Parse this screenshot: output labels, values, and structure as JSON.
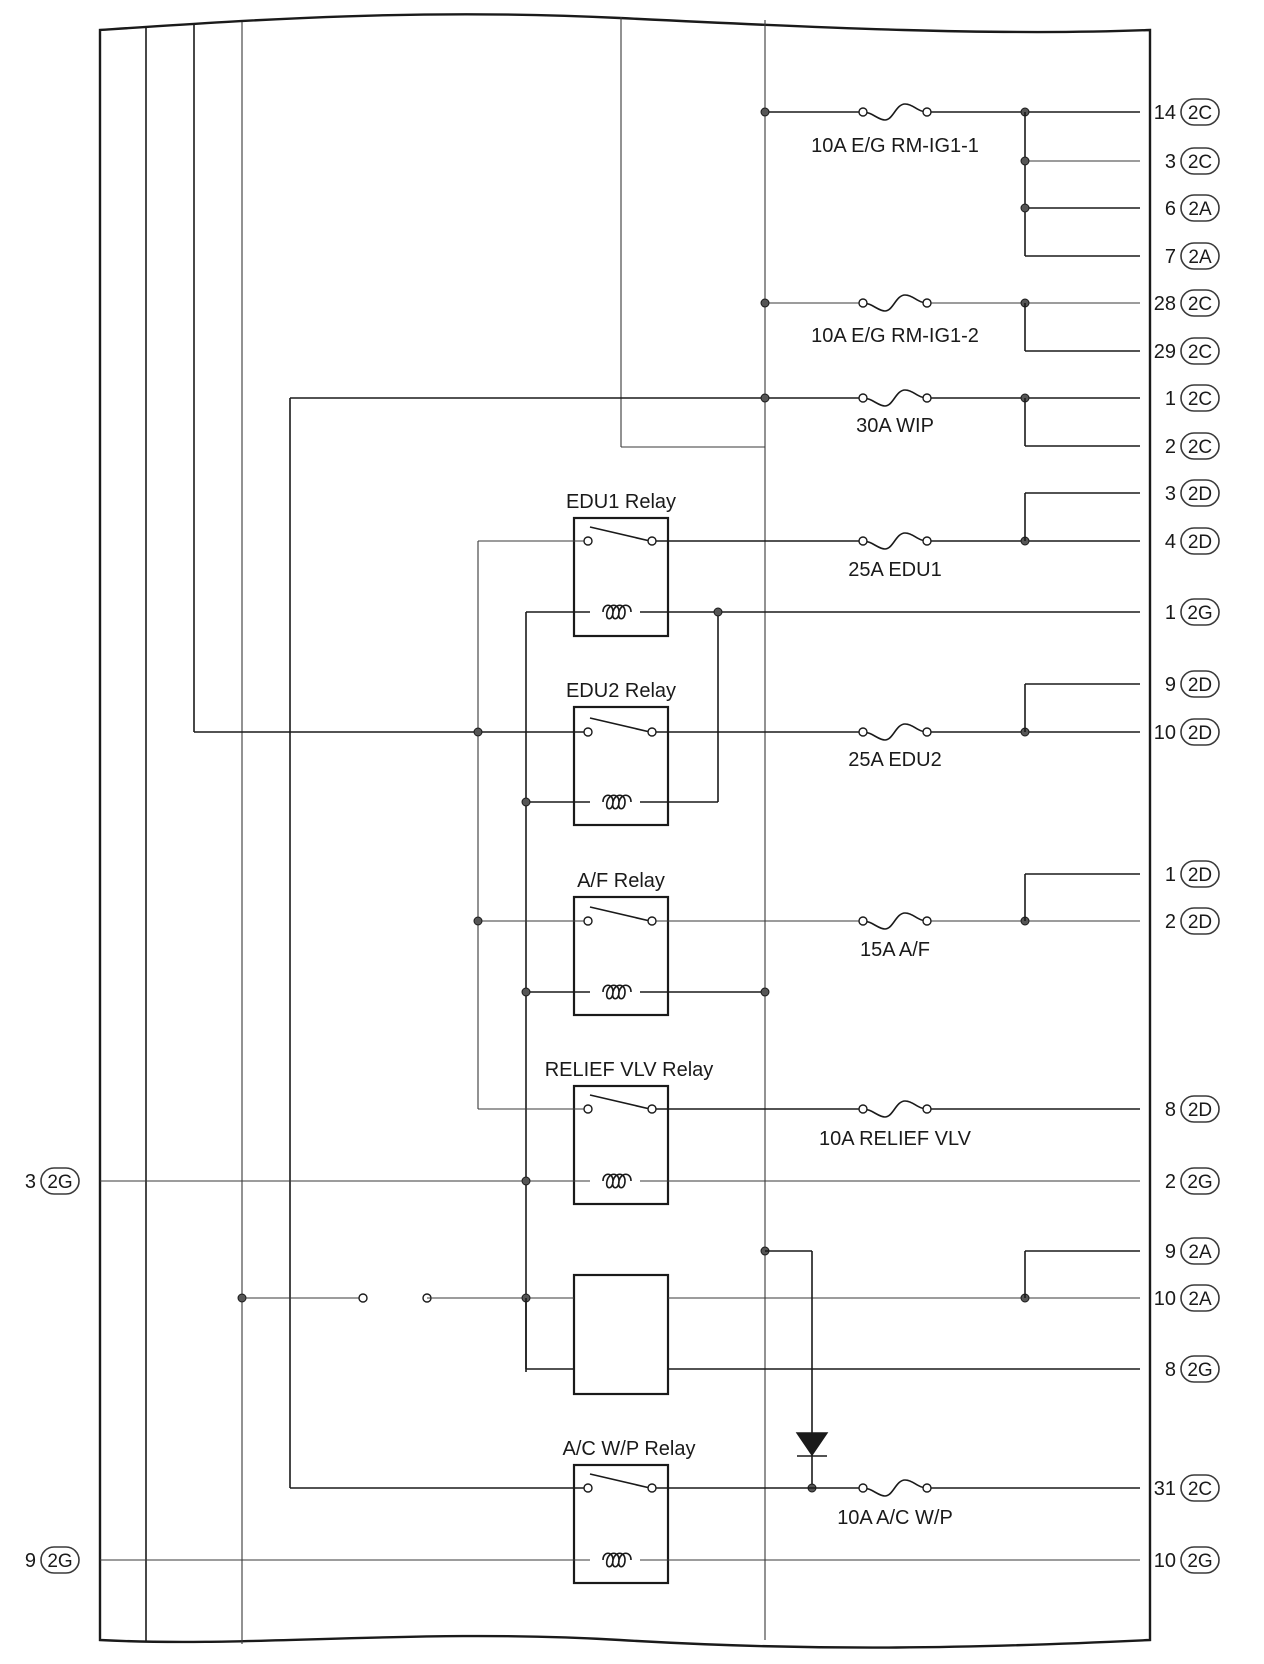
{
  "diagram": {
    "fuses": [
      {
        "id": "f1",
        "label": "10A E/G RM-IG1-1"
      },
      {
        "id": "f2",
        "label": "10A E/G RM-IG1-2"
      },
      {
        "id": "f3",
        "label": "30A WIP"
      },
      {
        "id": "f4",
        "label": "25A EDU1"
      },
      {
        "id": "f5",
        "label": "25A EDU2"
      },
      {
        "id": "f6",
        "label": "15A A/F"
      },
      {
        "id": "f7",
        "label": "10A RELIEF VLV"
      },
      {
        "id": "f8",
        "label": "10A A/C W/P"
      }
    ],
    "relays": [
      {
        "id": "r1",
        "label": "EDU1 Relay"
      },
      {
        "id": "r2",
        "label": "EDU2 Relay"
      },
      {
        "id": "r3",
        "label": "A/F Relay"
      },
      {
        "id": "r4",
        "label": "RELIEF VLV Relay"
      },
      {
        "id": "r5",
        "label": ""
      },
      {
        "id": "r6",
        "label": "A/C W/P Relay"
      }
    ],
    "right_terminals": [
      {
        "pin": "14",
        "conn": "2C"
      },
      {
        "pin": "3",
        "conn": "2C"
      },
      {
        "pin": "6",
        "conn": "2A"
      },
      {
        "pin": "7",
        "conn": "2A"
      },
      {
        "pin": "28",
        "conn": "2C"
      },
      {
        "pin": "29",
        "conn": "2C"
      },
      {
        "pin": "1",
        "conn": "2C"
      },
      {
        "pin": "2",
        "conn": "2C"
      },
      {
        "pin": "3",
        "conn": "2D"
      },
      {
        "pin": "4",
        "conn": "2D"
      },
      {
        "pin": "1",
        "conn": "2G"
      },
      {
        "pin": "9",
        "conn": "2D"
      },
      {
        "pin": "10",
        "conn": "2D"
      },
      {
        "pin": "1",
        "conn": "2D"
      },
      {
        "pin": "2",
        "conn": "2D"
      },
      {
        "pin": "8",
        "conn": "2D"
      },
      {
        "pin": "2",
        "conn": "2G"
      },
      {
        "pin": "9",
        "conn": "2A"
      },
      {
        "pin": "10",
        "conn": "2A"
      },
      {
        "pin": "8",
        "conn": "2G"
      },
      {
        "pin": "31",
        "conn": "2C"
      },
      {
        "pin": "10",
        "conn": "2G"
      }
    ],
    "left_terminals": [
      {
        "pin": "3",
        "conn": "2G"
      },
      {
        "pin": "9",
        "conn": "2G"
      }
    ]
  }
}
